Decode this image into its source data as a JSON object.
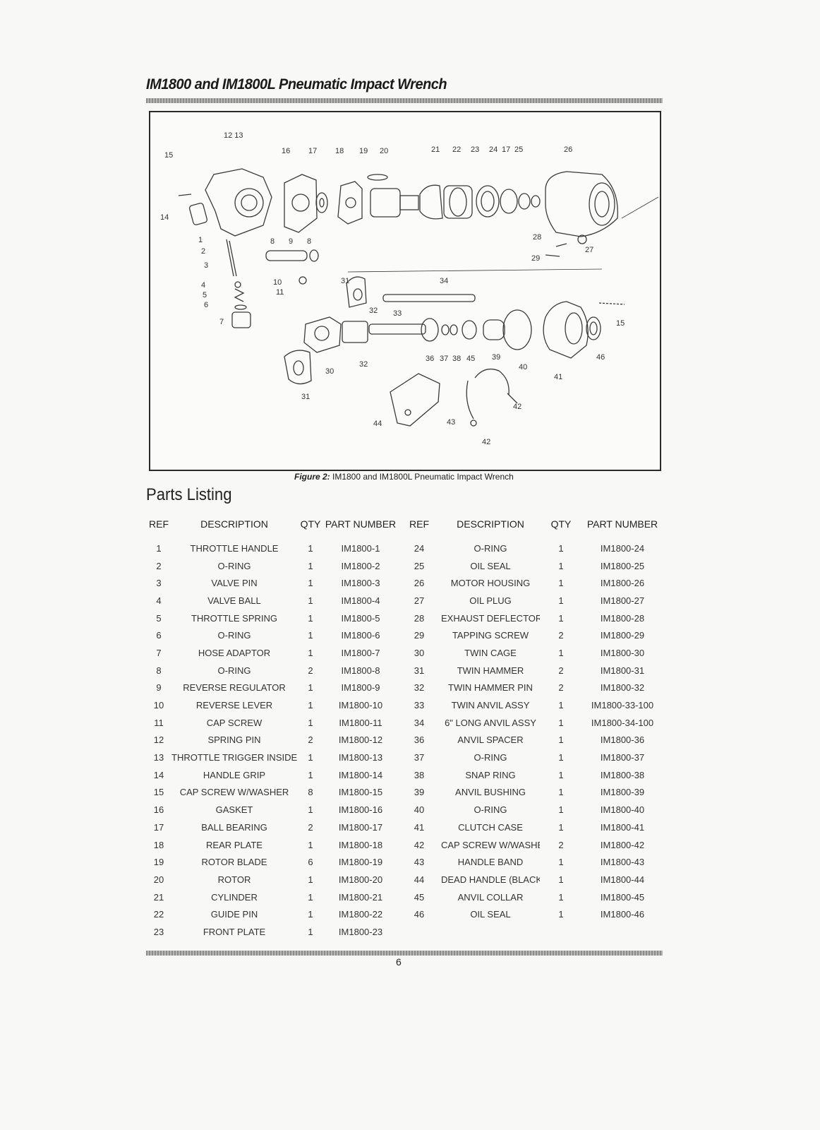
{
  "header": {
    "title": "IM1800 and IM1800L Pneumatic Impact Wrench"
  },
  "figure": {
    "caption_label": "Figure 2:",
    "caption_text": " IM1800 and IM1800L Pneumatic Impact Wrench",
    "callouts": [
      "12 13",
      "15",
      "16",
      "17",
      "18",
      "19",
      "20",
      "21",
      "22",
      "23",
      "24",
      "17",
      "25",
      "26",
      "14",
      "1",
      "8",
      "9",
      "8",
      "2",
      "3",
      "28",
      "29",
      "27",
      "4",
      "10",
      "5",
      "11",
      "6",
      "7",
      "31",
      "34",
      "32",
      "33",
      "15",
      "36",
      "37",
      "38",
      "45",
      "39",
      "40",
      "46",
      "30",
      "32",
      "41",
      "31",
      "42",
      "44",
      "43",
      "42"
    ]
  },
  "parts_listing": {
    "title": "Parts Listing",
    "columns": [
      "REF",
      "DESCRIPTION",
      "QTY",
      "PART NUMBER",
      "REF",
      "DESCRIPTION",
      "QTY",
      "PART NUMBER"
    ],
    "rows": [
      [
        "1",
        "THROTTLE HANDLE",
        "1",
        "IM1800-1",
        "24",
        "O-RING",
        "1",
        "IM1800-24"
      ],
      [
        "2",
        "O-RING",
        "1",
        "IM1800-2",
        "25",
        "OIL SEAL",
        "1",
        "IM1800-25"
      ],
      [
        "3",
        "VALVE PIN",
        "1",
        "IM1800-3",
        "26",
        "MOTOR HOUSING",
        "1",
        "IM1800-26"
      ],
      [
        "4",
        "VALVE BALL",
        "1",
        "IM1800-4",
        "27",
        "OIL PLUG",
        "1",
        "IM1800-27"
      ],
      [
        "5",
        "THROTTLE SPRING",
        "1",
        "IM1800-5",
        "28",
        "EXHAUST DEFLECTOR",
        "1",
        "IM1800-28"
      ],
      [
        "6",
        "O-RING",
        "1",
        "IM1800-6",
        "29",
        "TAPPING SCREW",
        "2",
        "IM1800-29"
      ],
      [
        "7",
        "HOSE ADAPTOR",
        "1",
        "IM1800-7",
        "30",
        "TWIN CAGE",
        "1",
        "IM1800-30"
      ],
      [
        "8",
        "O-RING",
        "2",
        "IM1800-8",
        "31",
        "TWIN HAMMER",
        "2",
        "IM1800-31"
      ],
      [
        "9",
        "REVERSE REGULATOR",
        "1",
        "IM1800-9",
        "32",
        "TWIN HAMMER PIN",
        "2",
        "IM1800-32"
      ],
      [
        "10",
        "REVERSE LEVER",
        "1",
        "IM1800-10",
        "33",
        "TWIN ANVIL ASSY",
        "1",
        "IM1800-33-100"
      ],
      [
        "11",
        "CAP SCREW",
        "1",
        "IM1800-11",
        "34",
        "6\" LONG ANVIL ASSY",
        "1",
        "IM1800-34-100"
      ],
      [
        "12",
        "SPRING PIN",
        "2",
        "IM1800-12",
        "36",
        "ANVIL SPACER",
        "1",
        "IM1800-36"
      ],
      [
        "13",
        "THROTTLE TRIGGER INSIDE",
        "1",
        "IM1800-13",
        "37",
        "O-RING",
        "1",
        "IM1800-37"
      ],
      [
        "14",
        "HANDLE GRIP",
        "1",
        "IM1800-14",
        "38",
        "SNAP RING",
        "1",
        "IM1800-38"
      ],
      [
        "15",
        "CAP SCREW W/WASHER",
        "8",
        "IM1800-15",
        "39",
        "ANVIL BUSHING",
        "1",
        "IM1800-39"
      ],
      [
        "16",
        "GASKET",
        "1",
        "IM1800-16",
        "40",
        "O-RING",
        "1",
        "IM1800-40"
      ],
      [
        "17",
        "BALL BEARING",
        "2",
        "IM1800-17",
        "41",
        "CLUTCH CASE",
        "1",
        "IM1800-41"
      ],
      [
        "18",
        "REAR PLATE",
        "1",
        "IM1800-18",
        "42",
        "CAP SCREW W/WASHER",
        "2",
        "IM1800-42"
      ],
      [
        "19",
        "ROTOR BLADE",
        "6",
        "IM1800-19",
        "43",
        "HANDLE BAND",
        "1",
        "IM1800-43"
      ],
      [
        "20",
        "ROTOR",
        "1",
        "IM1800-20",
        "44",
        "DEAD HANDLE (BLACK)",
        "1",
        "IM1800-44"
      ],
      [
        "21",
        "CYLINDER",
        "1",
        "IM1800-21",
        "45",
        "ANVIL COLLAR",
        "1",
        "IM1800-45"
      ],
      [
        "22",
        "GUIDE PIN",
        "1",
        "IM1800-22",
        "46",
        "OIL SEAL",
        "1",
        "IM1800-46"
      ],
      [
        "23",
        "FRONT PLATE",
        "1",
        "IM1800-23",
        "",
        "",
        "",
        ""
      ]
    ]
  },
  "footer": {
    "page_number": "6"
  }
}
